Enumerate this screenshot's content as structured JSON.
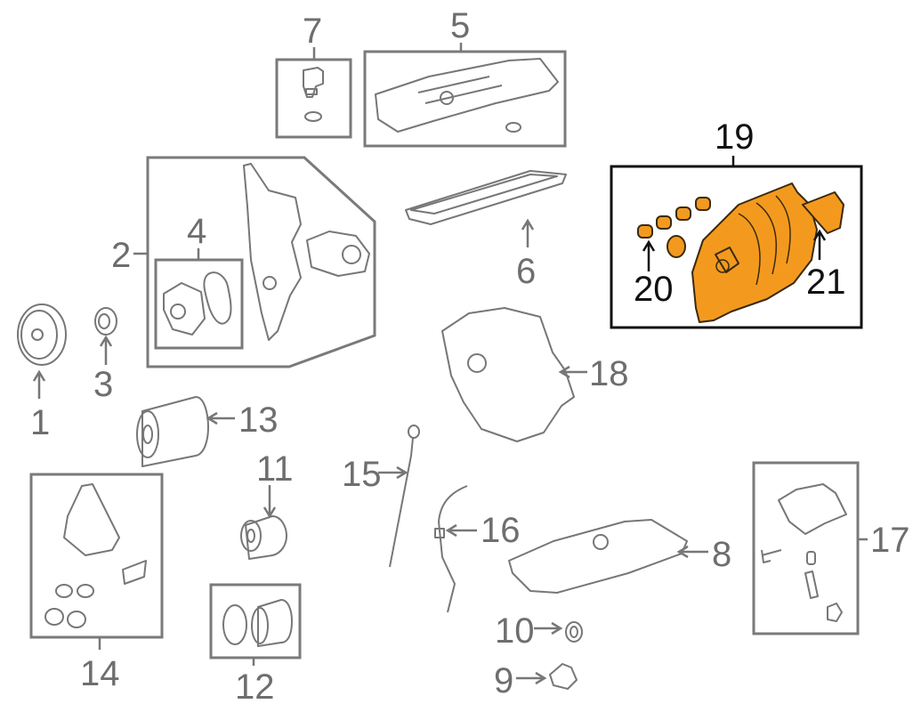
{
  "diagram": {
    "title": "Engine parts exploded diagram",
    "colors": {
      "line": "#777777",
      "highlight_fill": "#f39a1e",
      "highlight_line": "#111111",
      "background": "#ffffff"
    },
    "callouts": [
      {
        "id": "1",
        "label": "1"
      },
      {
        "id": "2",
        "label": "2"
      },
      {
        "id": "3",
        "label": "3"
      },
      {
        "id": "4",
        "label": "4"
      },
      {
        "id": "5",
        "label": "5"
      },
      {
        "id": "6",
        "label": "6"
      },
      {
        "id": "7",
        "label": "7"
      },
      {
        "id": "8",
        "label": "8"
      },
      {
        "id": "9",
        "label": "9"
      },
      {
        "id": "10",
        "label": "10"
      },
      {
        "id": "11",
        "label": "11"
      },
      {
        "id": "12",
        "label": "12"
      },
      {
        "id": "13",
        "label": "13"
      },
      {
        "id": "14",
        "label": "14"
      },
      {
        "id": "15",
        "label": "15"
      },
      {
        "id": "16",
        "label": "16"
      },
      {
        "id": "17",
        "label": "17"
      },
      {
        "id": "18",
        "label": "18"
      },
      {
        "id": "19",
        "label": "19",
        "highlighted": true
      },
      {
        "id": "20",
        "label": "20",
        "highlighted": true
      },
      {
        "id": "21",
        "label": "21",
        "highlighted": true
      }
    ]
  }
}
